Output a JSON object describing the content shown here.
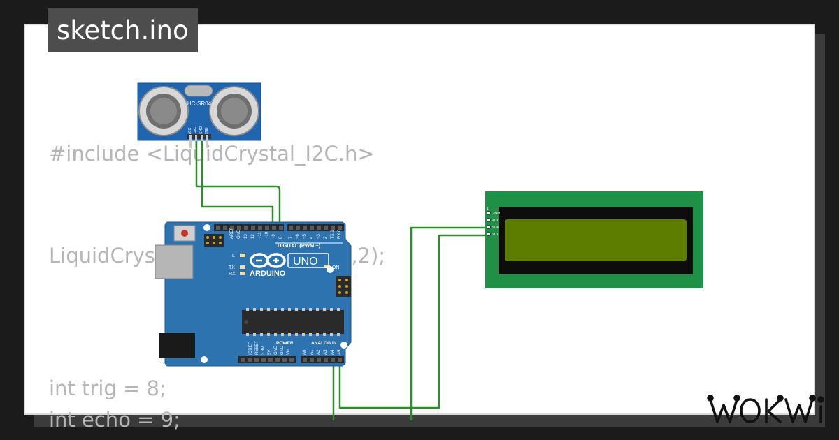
{
  "tab": {
    "filename": "sketch.ino"
  },
  "code_lines": [
    "#include <LiquidCrystal_I2C.h>",
    "LiquidCrystal_I2C lcd(0x27,16,2);",
    "int trig = 8;",
    "int echo = 9;"
  ],
  "sensor": {
    "label": "HC-SR04",
    "pins": [
      "VCC",
      "TRIG",
      "ECHO",
      "GND"
    ]
  },
  "arduino": {
    "brand": "ARDUINO",
    "model": "UNO",
    "header_top_label": "DIGITAL (PWM ~)",
    "header_power_label": "POWER",
    "header_analog_label": "ANALOG IN",
    "led_labels": [
      "L",
      "TX",
      "RX",
      "ON"
    ],
    "top_pins": [
      "AREF",
      "GND",
      "13",
      "12",
      "~11",
      "~10",
      "~9",
      "8",
      "7",
      "~6",
      "~5",
      "4",
      "~3",
      "2",
      "TX 1",
      "RX 0"
    ],
    "power_pins": [
      "IOREF",
      "RESET",
      "3.3V",
      "5V",
      "GND",
      "GND",
      "Vin"
    ],
    "analog_pins": [
      "A0",
      "A1",
      "A2",
      "A3",
      "A4",
      "A5"
    ]
  },
  "lcd": {
    "pin_number": "1",
    "pins": [
      "GND",
      "VCC",
      "SDA",
      "SCL"
    ]
  },
  "brand": {
    "logo_text": "WOKWI"
  },
  "colors": {
    "background": "#1b1b1b",
    "canvas": "#ffffff",
    "wire": "#2e8b2e",
    "lcd_board": "#1e9146",
    "lcd_screen": "#5c7d00",
    "arduino_board": "#2c73b0",
    "sensor_board": "#1f65b0"
  }
}
